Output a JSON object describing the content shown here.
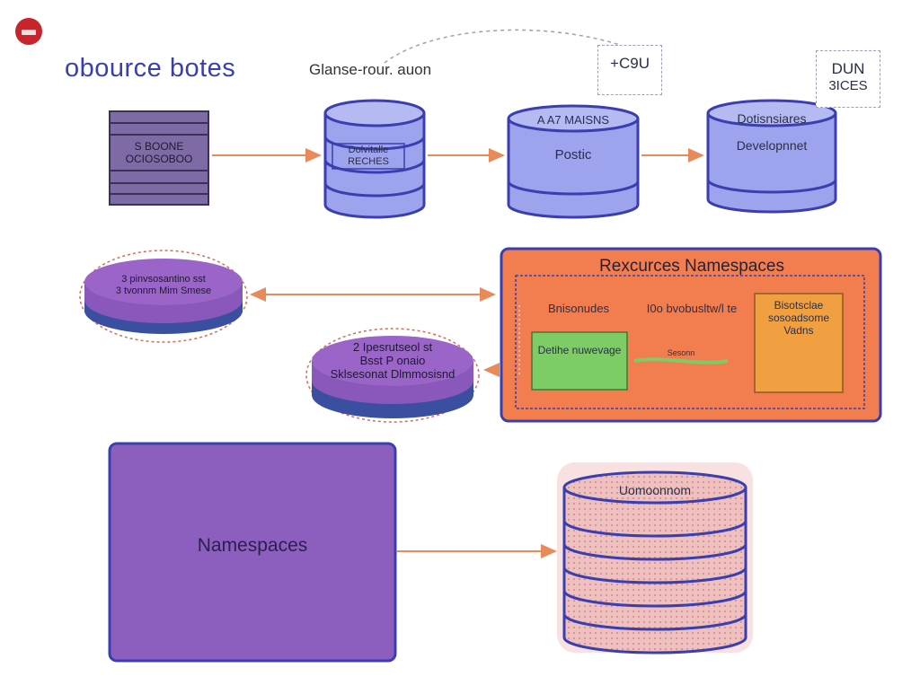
{
  "diagram": {
    "logo_icon": "red-circle-logo",
    "title": "obource botes",
    "top_label": "Glanse-rour. auon",
    "cpu_box": {
      "line1": "+C9U",
      "line2": ""
    },
    "dun_box": {
      "line1": "DUN",
      "line2": "3ICES"
    },
    "server": {
      "line1": "S BOONE",
      "line2": "OCIOSOBOO"
    },
    "db1": {
      "line1": "Dolvitalle",
      "line2": "RECHES"
    },
    "db2": {
      "line1": "A A7 MAISNS",
      "line2": "Postic"
    },
    "db3": {
      "line1": "Dotisnsiares",
      "line2": "Developnnet"
    },
    "disk1": {
      "line1": "3 pinvsosantino sst",
      "line2": "3 tvonnm Mim Smese"
    },
    "disk2": {
      "line1": "2 Ipesrutseol st",
      "line2": "Bsst P onaio",
      "line3": "Sklsesonat Dlmmosisnd"
    },
    "resource_panel": {
      "title": "Rexcurces Namespaces",
      "col1": "Bnisonudes",
      "col2": "I0o bvobusltw/l te",
      "col3": "Bisotsclae sosoadsome Vadns",
      "green_box": "Detihe nuwevage",
      "connector_label": "Sesonn"
    },
    "namespaces_box": "Namespaces",
    "big_db": "Uomoonnom",
    "colors": {
      "blue_outline": "#3a3fb0",
      "db_fill": "#9ea3ee",
      "purple": "#8c5fbf",
      "orange": "#f07a4a",
      "arrow": "#e88a5a",
      "pink": "#ecb8b8"
    }
  }
}
